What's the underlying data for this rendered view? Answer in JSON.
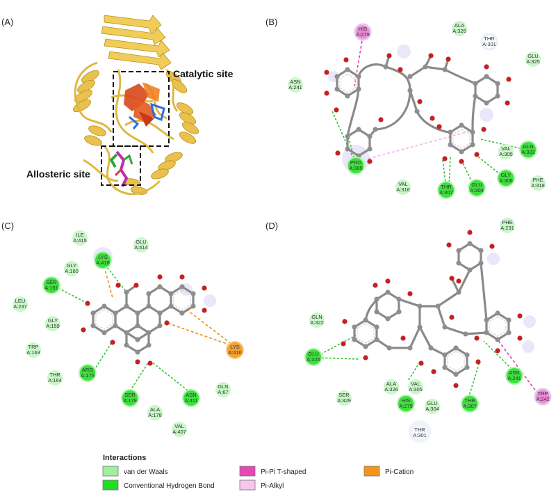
{
  "panels": {
    "a": {
      "label": "(A)",
      "catalytic_label": "Catalytic site",
      "allosteric_label": "Allosteric site"
    },
    "b": {
      "label": "(B)",
      "residues": [
        {
          "name": "HIS",
          "num": "A:279",
          "type": "pipi"
        },
        {
          "name": "ALA",
          "num": "A:326",
          "type": "vdw"
        },
        {
          "name": "THR",
          "num": "A:301",
          "type": "vdw"
        },
        {
          "name": "GLU",
          "num": "A:325",
          "type": "vdw"
        },
        {
          "name": "ASN",
          "num": "A:241",
          "type": "vdw"
        },
        {
          "name": "GLN",
          "num": "A:322",
          "type": "hbond"
        },
        {
          "name": "VAL",
          "num": "A:305",
          "type": "vdw"
        },
        {
          "name": "PRO",
          "num": "A:309",
          "type": "hbond"
        },
        {
          "name": "GLY",
          "num": "A:306",
          "type": "hbond"
        },
        {
          "name": "PHE",
          "num": "A:318",
          "type": "vdw"
        },
        {
          "name": "VAL",
          "num": "A:316",
          "type": "vdw"
        },
        {
          "name": "THR",
          "num": "A:307",
          "type": "hbond"
        },
        {
          "name": "GLU",
          "num": "A:304",
          "type": "hbond"
        }
      ]
    },
    "c": {
      "label": "(C)",
      "residues": [
        {
          "name": "ILE",
          "num": "A:415",
          "type": "vdw"
        },
        {
          "name": "GLU",
          "num": "A:414",
          "type": "vdw"
        },
        {
          "name": "LYS",
          "num": "A:418",
          "type": "hbond"
        },
        {
          "name": "GLY",
          "num": "A:160",
          "type": "vdw"
        },
        {
          "name": "SER",
          "num": "A:161",
          "type": "hbond"
        },
        {
          "name": "LEU",
          "num": "A:237",
          "type": "vdw"
        },
        {
          "name": "GLY",
          "num": "A:159",
          "type": "vdw"
        },
        {
          "name": "TRP",
          "num": "A:163",
          "type": "vdw"
        },
        {
          "name": "LYS",
          "num": "A:410",
          "type": "pication"
        },
        {
          "name": "ARG",
          "num": "A:175",
          "type": "hbond"
        },
        {
          "name": "THR",
          "num": "A:164",
          "type": "vdw"
        },
        {
          "name": "SER",
          "num": "A:179",
          "type": "hbond"
        },
        {
          "name": "ASN",
          "num": "A:411",
          "type": "hbond"
        },
        {
          "name": "GLN",
          "num": "A:67",
          "type": "vdw"
        },
        {
          "name": "ALA",
          "num": "A:178",
          "type": "vdw"
        },
        {
          "name": "VAL",
          "num": "A:407",
          "type": "vdw"
        }
      ]
    },
    "d": {
      "label": "(D)",
      "residues": [
        {
          "name": "PHE",
          "num": "A:231",
          "type": "vdw"
        },
        {
          "name": "GLN",
          "num": "A:322",
          "type": "vdw"
        },
        {
          "name": "GLU",
          "num": "A:325",
          "type": "hbond"
        },
        {
          "name": "ASN",
          "num": "A:241",
          "type": "hbond"
        },
        {
          "name": "SER",
          "num": "A:329",
          "type": "vdw"
        },
        {
          "name": "ALA",
          "num": "A:326",
          "type": "vdw"
        },
        {
          "name": "VAL",
          "num": "A:305",
          "type": "vdw"
        },
        {
          "name": "HIS",
          "num": "A:279",
          "type": "hbond"
        },
        {
          "name": "GLU",
          "num": "A:304",
          "type": "vdw"
        },
        {
          "name": "THR",
          "num": "A:307",
          "type": "hbond"
        },
        {
          "name": "TRP",
          "num": "A:242",
          "type": "pipi"
        },
        {
          "name": "THR",
          "num": "A:301",
          "type": "vdw"
        }
      ]
    }
  },
  "legend": {
    "title": "Interactions",
    "items": [
      {
        "label": "van der Waals",
        "color": "#9ff09f"
      },
      {
        "label": "Conventional Hydrogen Bond",
        "color": "#22dd22"
      },
      {
        "label": "Pi-Pi T-shaped",
        "color": "#e449b4"
      },
      {
        "label": "Pi-Alkyl",
        "color": "#f6c6f0"
      },
      {
        "label": "Pi-Cation",
        "color": "#f29618"
      }
    ]
  },
  "colors": {
    "vdw": "#c9f7c9",
    "hbond": "#3ee03e",
    "pipi": "#ea8ad0",
    "pication": "#f5a030",
    "protein": "#e8c24a"
  }
}
